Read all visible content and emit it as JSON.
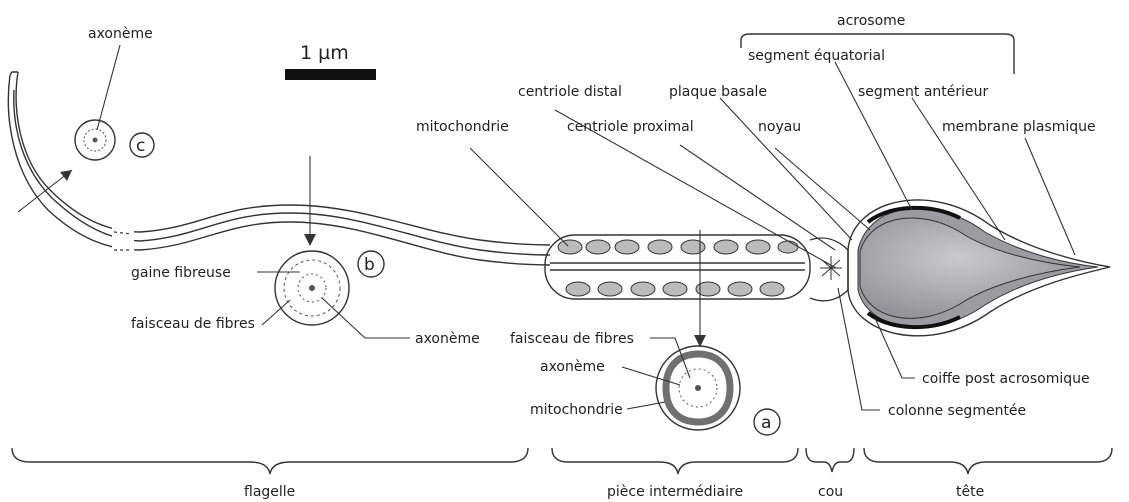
{
  "scale_bar": {
    "label": "1 µm"
  },
  "labels": {
    "axoneme_c": "axonème",
    "acrosome": "acrosome",
    "segment_equatorial": "segment équatorial",
    "segment_anterieur": "segment antérieur",
    "membrane_plasmique": "membrane plasmique",
    "centriole_distal": "centriole distal",
    "plaque_basale": "plaque basale",
    "mitochondrie_top": "mitochondrie",
    "centriole_proximal": "centriole proximal",
    "noyau": "noyau",
    "gaine_fibreuse": "gaine fibreuse",
    "faisceau_b": "faisceau de fibres",
    "axoneme_b": "axonème",
    "faisceau_a": "faisceau de fibres",
    "axoneme_a": "axonème",
    "mitochondrie_a": "mitochondrie",
    "coiffe": "coiffe post acrosomique",
    "colonne": "colonne segmentée"
  },
  "sections": {
    "a": "a",
    "b": "b",
    "c": "c"
  },
  "regions": {
    "flagelle": "flagelle",
    "piece": "pièce intermédiaire",
    "cou": "cou",
    "tete": "tête"
  }
}
